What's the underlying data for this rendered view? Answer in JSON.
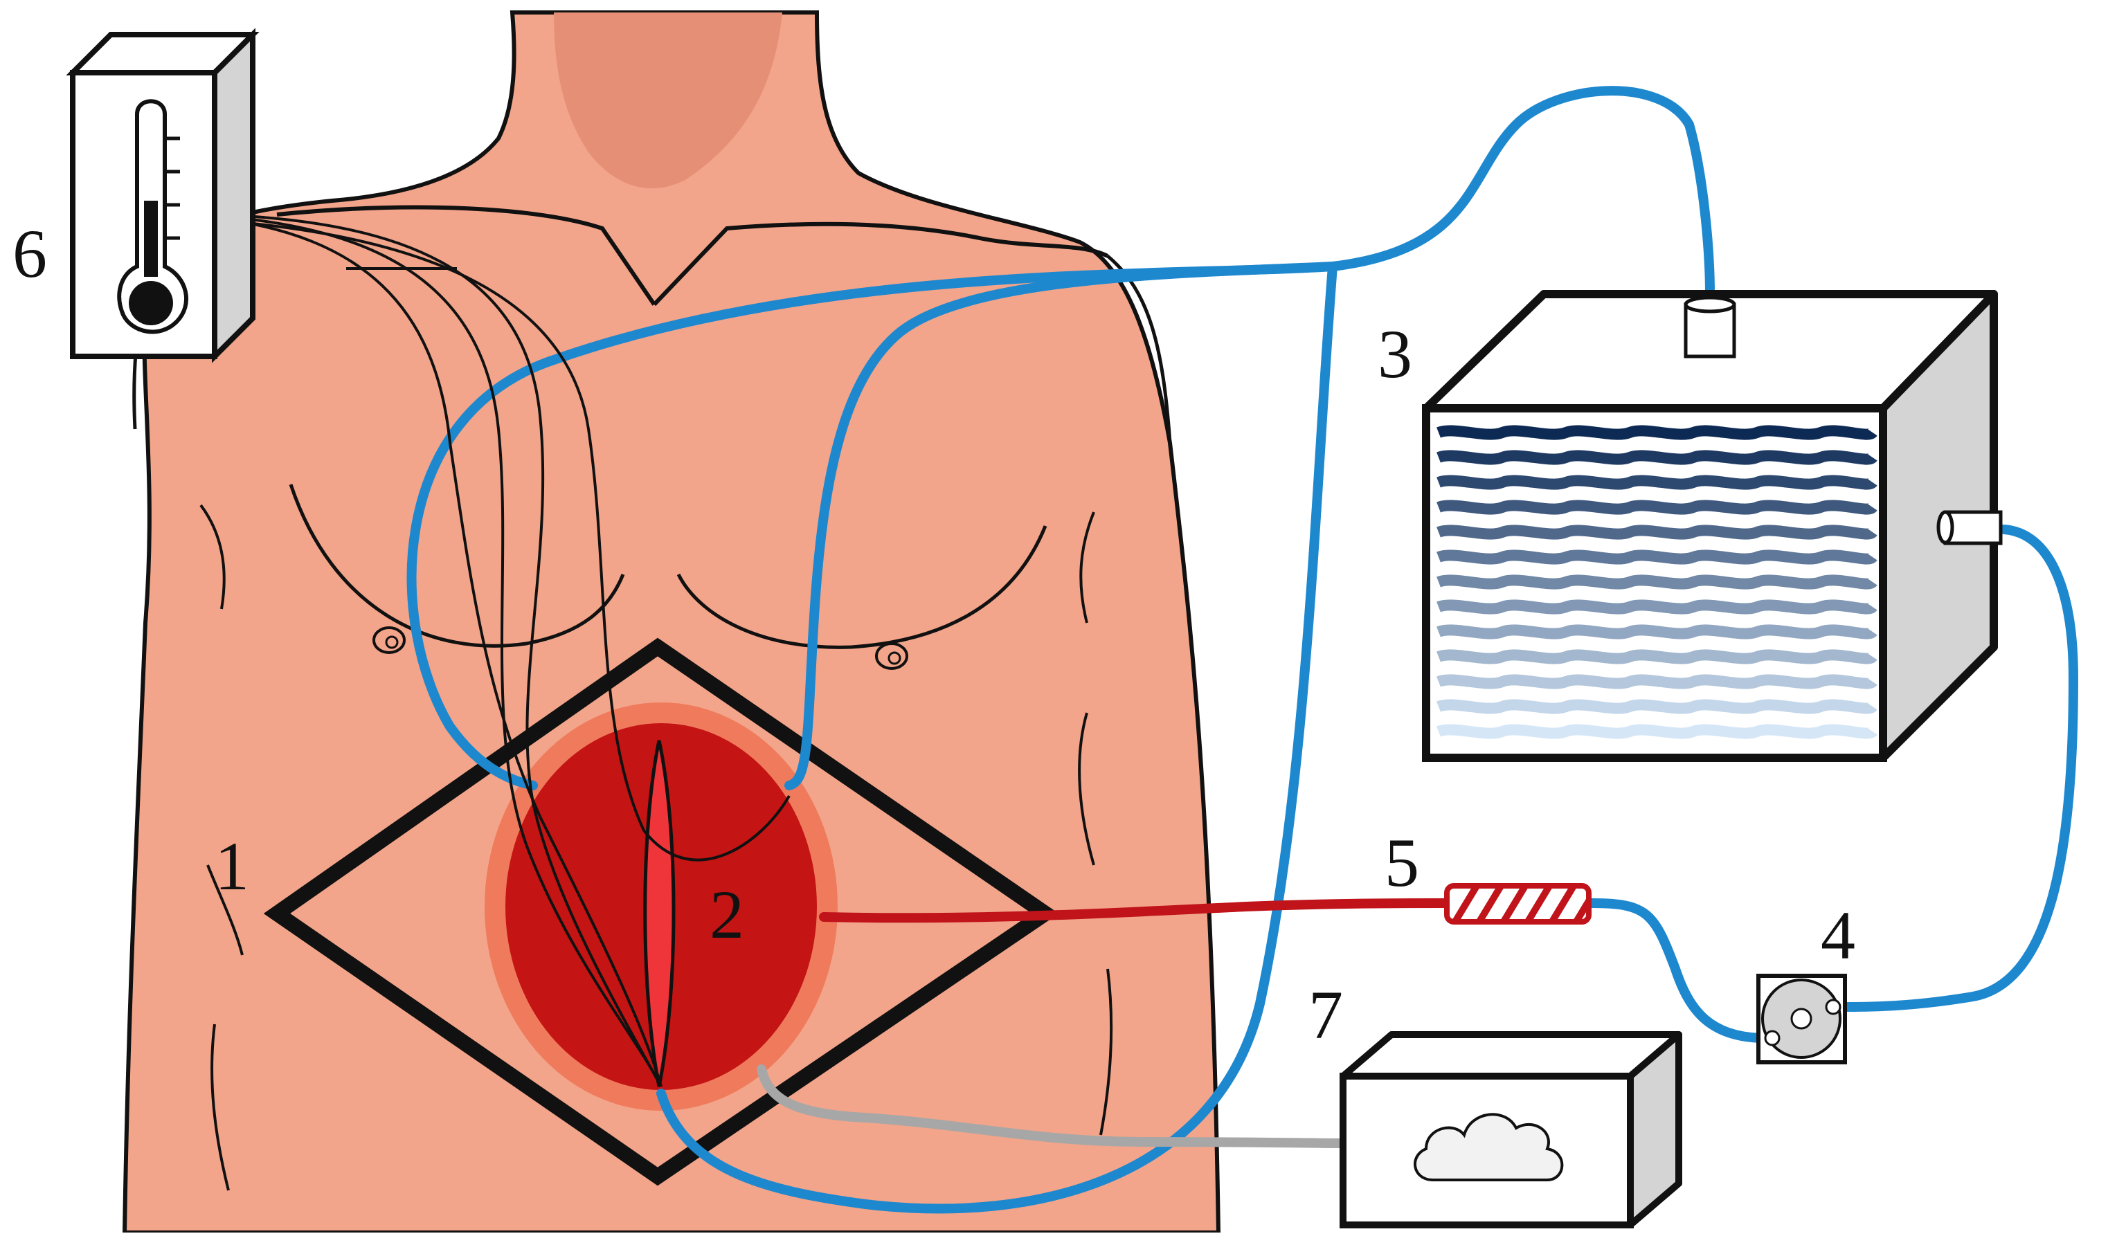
{
  "labels": {
    "patient_body": "1",
    "open_abdomen": "2",
    "reservoir": "3",
    "pump": "4",
    "heater": "5",
    "thermometer": "6",
    "co2_insufflator": "7"
  },
  "colors": {
    "skin": "#f2a58a",
    "skin_shadow": "#e58f76",
    "tube_blue": "#1e88cf",
    "tube_red": "#c0141a",
    "tube_gray": "#a7a7a7",
    "cavity_dark": "#c41414",
    "cavity_halo": "#ef7a5c",
    "incision": "#f0353a",
    "outline": "#111111",
    "device_side": "#d4d4d4",
    "wave_dark": "#0d2a55",
    "wave_light": "#d5e6f7"
  },
  "icons": {
    "thermometer": "thermometer-icon",
    "reservoir_waves": "water-waves-icon",
    "pump": "roller-pump-icon",
    "heater": "heater-coil-icon",
    "insufflator": "cloud-gas-icon"
  }
}
